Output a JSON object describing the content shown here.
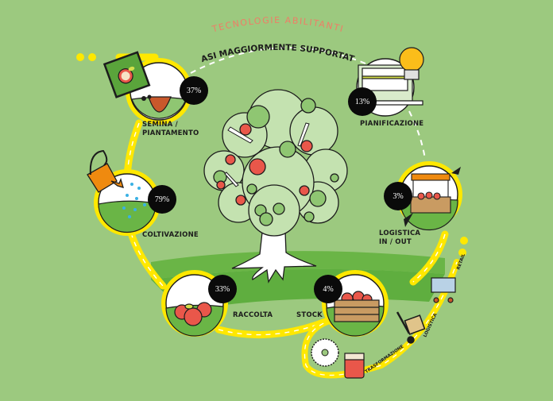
{
  "header": {
    "subtitle": "TECNOLOGIE ABILITANTI",
    "title": "FASI MAGGIORMENTE SUPPORTATE"
  },
  "colors": {
    "background": "#9cc97f",
    "path_yellow": "#ffe800",
    "subtitle_coral": "#ef7d66",
    "apple_red": "#e9574a",
    "dark": "#0a0a0a",
    "grass": "#6ab546",
    "tree_crown": "#c4e2b0"
  },
  "phases": [
    {
      "id": "semina",
      "label_line1": "SEMINA /",
      "label_line2": "PIANTAMENTO",
      "percent": "37%",
      "icon": "seed-packet-icon"
    },
    {
      "id": "coltivazione",
      "label_line1": "COLTIVAZIONE",
      "label_line2": "",
      "percent": "79%",
      "icon": "watering-can-icon"
    },
    {
      "id": "raccolta",
      "label_line1": "RACCOLTA",
      "label_line2": "",
      "percent": "33%",
      "icon": "apples-icon"
    },
    {
      "id": "stock",
      "label_line1": "STOCK",
      "label_line2": "",
      "percent": "4%",
      "icon": "crate-icon"
    },
    {
      "id": "logistica",
      "label_line1": "LOGISTICA",
      "label_line2": "IN / OUT",
      "percent": "3%",
      "icon": "market-stall-icon"
    },
    {
      "id": "pianificazione",
      "label_line1": "PIANIFICAZIONE",
      "label_line2": "",
      "percent": "13%",
      "icon": "laptop-lightbulb-icon"
    }
  ],
  "downstream": [
    {
      "label": "TRASFORMAZIONE",
      "icon": "gear-jar-icon"
    },
    {
      "label": "LOGISTICA",
      "icon": "hand-truck-icon"
    },
    {
      "label": "RETAIL",
      "icon": "shopping-cart-icon"
    }
  ]
}
